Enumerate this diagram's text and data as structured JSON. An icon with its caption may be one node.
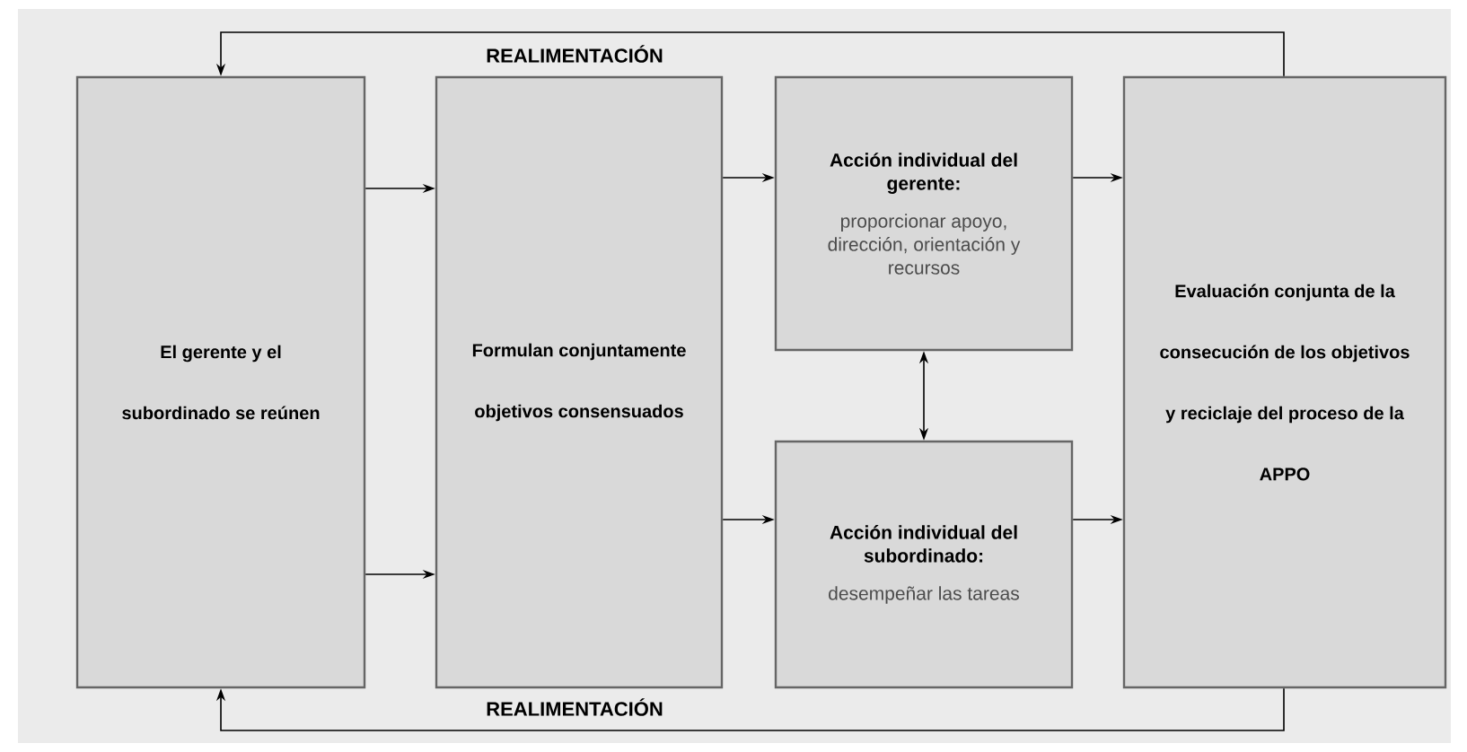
{
  "diagram": {
    "nodes": [
      {
        "text": [
          "El gerente y el subordinado se reúnen"
        ]
      },
      {
        "text": [
          "Formulan conjuntamente objetivos consensuados"
        ]
      },
      {
        "text": [
          "Acción individual del gerente:",
          "proporcionar apoyo, dirección, orientación y recursos"
        ]
      },
      {
        "text": [
          "Acción individual del subordinado:",
          "desempeñar las tareas"
        ]
      },
      {
        "text": [
          "Evaluación conjunta de la consecución de los objetivos y reciclaje del proceso de la APPO"
        ]
      }
    ],
    "edges": [
      {
        "from": 0,
        "to": 1,
        "arrow": "to"
      },
      {
        "from": 0,
        "to": 1,
        "arrow": "to"
      },
      {
        "from": 1,
        "to": 2,
        "arrow": "to"
      },
      {
        "from": 1,
        "to": 3,
        "arrow": "to"
      },
      {
        "from": 2,
        "to": 4,
        "arrow": "to"
      },
      {
        "from": 3,
        "to": 4,
        "arrow": "to"
      },
      {
        "from": 2,
        "to": 3,
        "arrow": "both"
      },
      {
        "from": 4,
        "to": 0,
        "arrow": "to",
        "label": "REALIMENTACIÓN"
      },
      {
        "from": 4,
        "to": 0,
        "arrow": "to",
        "label": "REALIMENTACIÓN"
      }
    ]
  }
}
